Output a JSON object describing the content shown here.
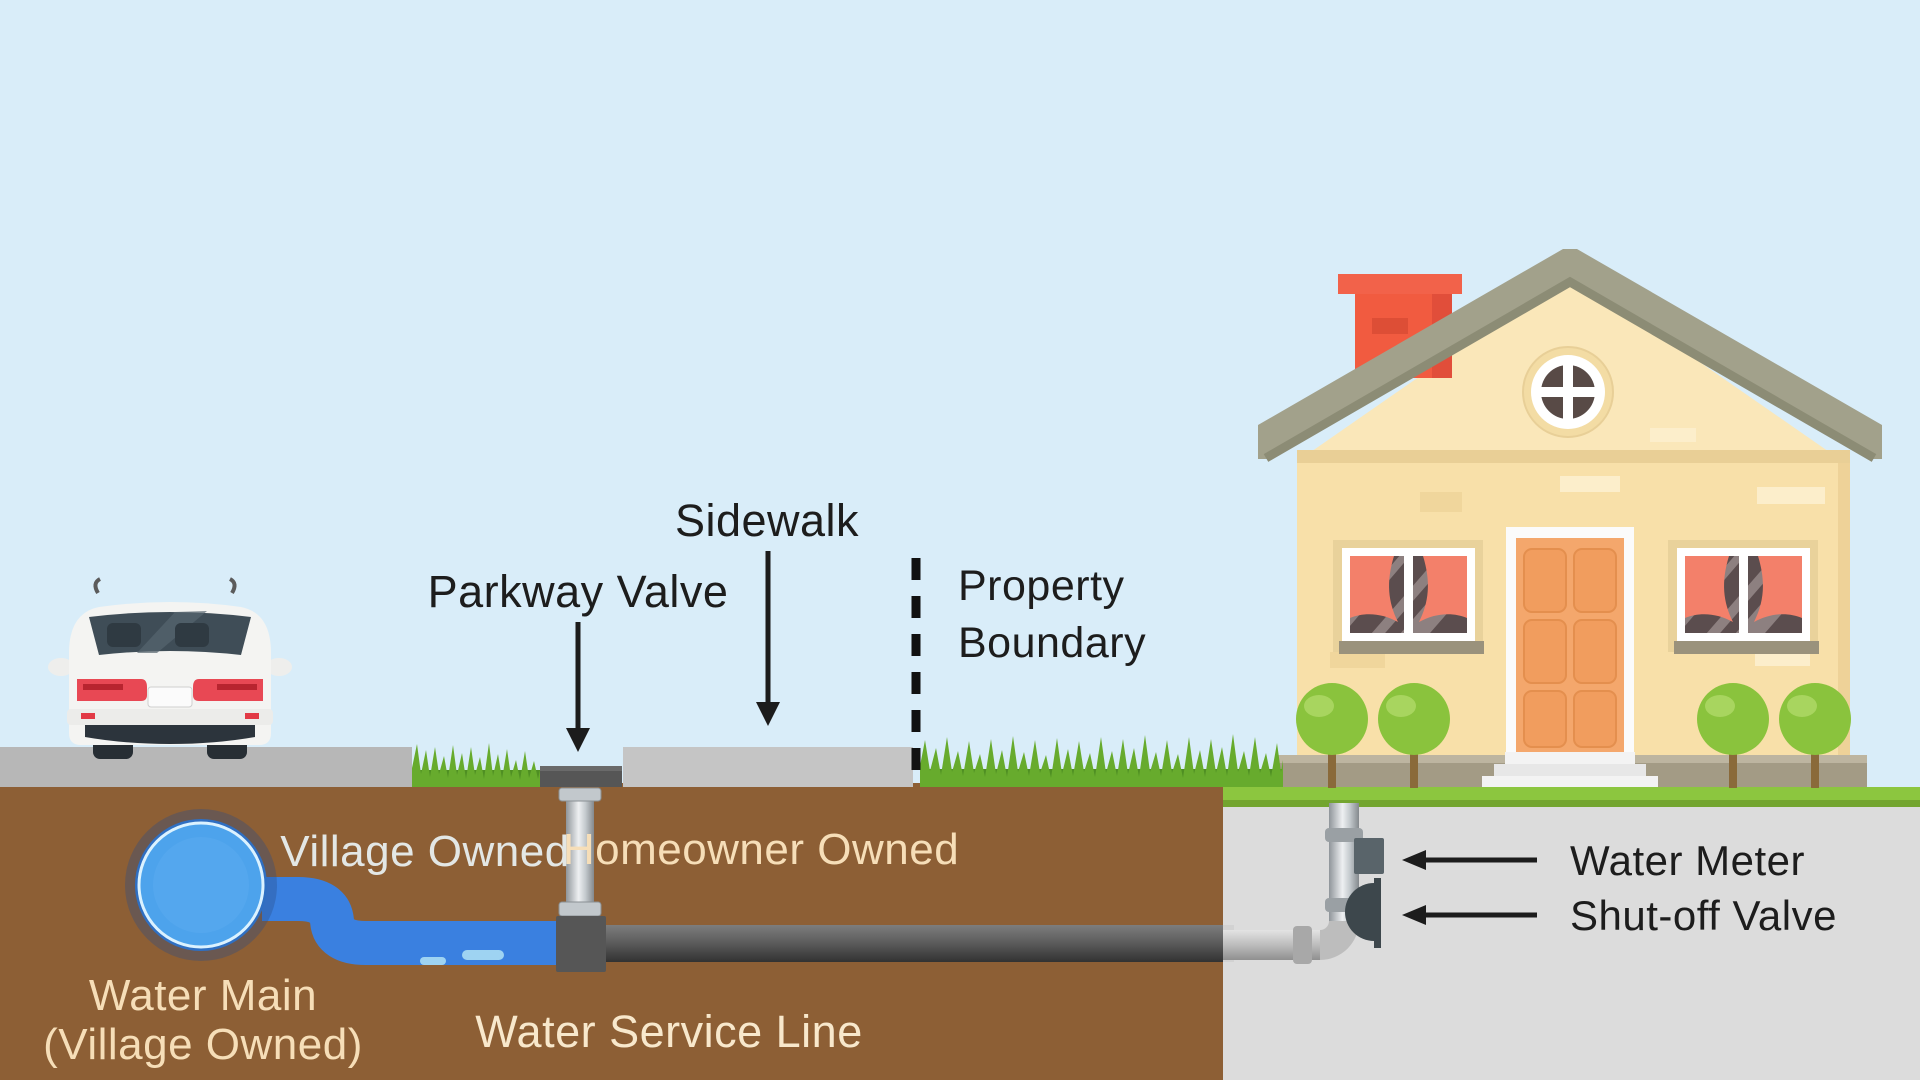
{
  "diagram": {
    "labels": {
      "sidewalk": "Sidewalk",
      "parkway_valve": "Parkway Valve",
      "property_boundary_line1": "Property",
      "property_boundary_line2": "Boundary",
      "village_owned": "Village Owned",
      "homeowner_owned": "Homeowner Owned",
      "water_main_line1": "Water Main",
      "water_main_line2": "(Village Owned)",
      "water_service_line": "Water Service Line",
      "water_meter": "Water Meter",
      "shutoff_valve": "Shut-off Valve"
    },
    "colors": {
      "sky": "#d9edf9",
      "dirt": "#8d5f35",
      "road": "#b7b7b7",
      "sidewalk": "#c5c5c5",
      "basement": "#dcdcdc",
      "lawn": "#8cc63f",
      "lawn-shadow": "#73a52f",
      "grass": "#67ab2d",
      "grass-dark": "#4f8f23",
      "house-wall": "#f8e0a9",
      "house-gable": "#fae7b9",
      "roof": "#a2a18b",
      "chimney": "#f15b40",
      "door": "#f4a76c",
      "water-blue": "#4da3ec",
      "pipe-blue": "#3a80e0",
      "pipe-dark": "#5e5e5e",
      "pipe-silver": "#c0c0c0",
      "valve-gray": "#565656",
      "text-dark": "#1d1d1d",
      "text-cream": "#f6deb8",
      "text-white": "#e3e7e5"
    }
  }
}
